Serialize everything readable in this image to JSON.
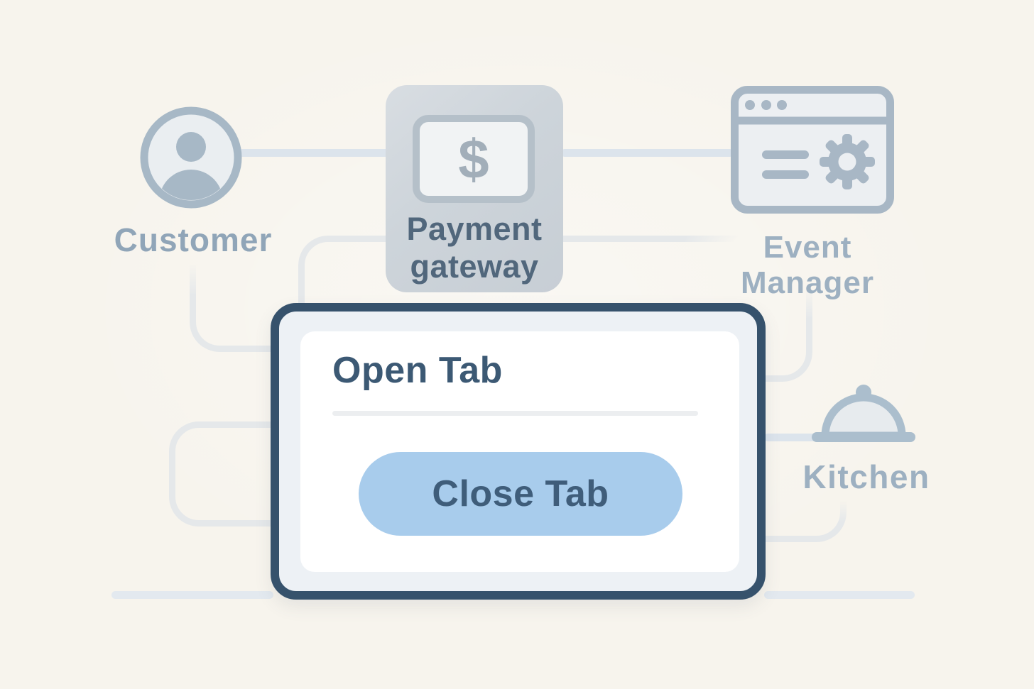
{
  "diagram": {
    "nodes": {
      "customer": {
        "label": "Customer"
      },
      "payment_gateway": {
        "label_line1": "Payment",
        "label_line2": "gateway",
        "currency_symbol": "$"
      },
      "event_manager": {
        "label_line1": "Event",
        "label_line2": "Manager"
      },
      "kitchen": {
        "label": "Kitchen"
      }
    },
    "modal": {
      "title": "Open Tab",
      "button_label": "Close Tab"
    },
    "colors": {
      "background": "#f7f4ed",
      "node_icon": "#a8b7c5",
      "node_label": "#9db0c1",
      "payment_label": "#51677c",
      "modal_border": "#36526c",
      "modal_title": "#3c5974",
      "button_fill": "#a8ccec",
      "button_text": "#3f5d7a",
      "connector": "#dce4ec"
    }
  }
}
